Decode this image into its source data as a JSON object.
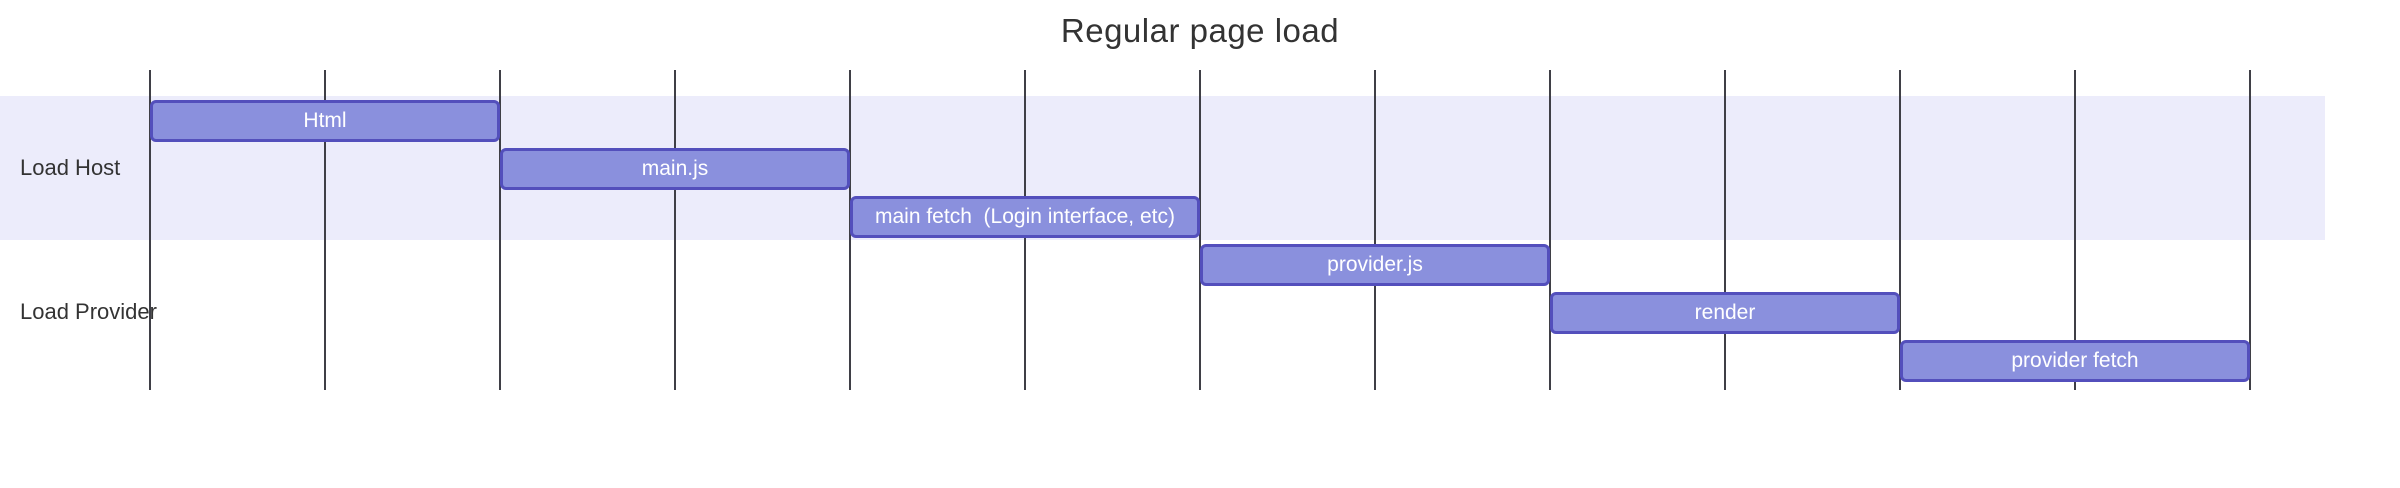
{
  "chart_data": {
    "type": "gantt",
    "title": "Regular page load",
    "axis": {
      "min": 0,
      "max": 12,
      "tick_interval": 1,
      "gridline_count": 13,
      "tick_labels_visible": false
    },
    "sections": [
      {
        "name": "Load Host",
        "tasks": [
          {
            "label": "Html",
            "start": 0,
            "end": 2
          },
          {
            "label": "main.js",
            "start": 2,
            "end": 4
          },
          {
            "label": "main fetch  (Login interface, etc)",
            "start": 4,
            "end": 6
          }
        ]
      },
      {
        "name": "Load Provider",
        "tasks": [
          {
            "label": "provider.js",
            "start": 6,
            "end": 8
          },
          {
            "label": "render",
            "start": 8,
            "end": 10
          },
          {
            "label": "provider fetch",
            "start": 10,
            "end": 12
          }
        ]
      }
    ],
    "colors": {
      "task_fill": "#8a90dd",
      "task_border": "#534fbc",
      "task_text": "#ffffff",
      "section_band": "#ececfb",
      "grid_line": "#3f3f46",
      "text": "#333333",
      "background": "#ffffff"
    }
  }
}
